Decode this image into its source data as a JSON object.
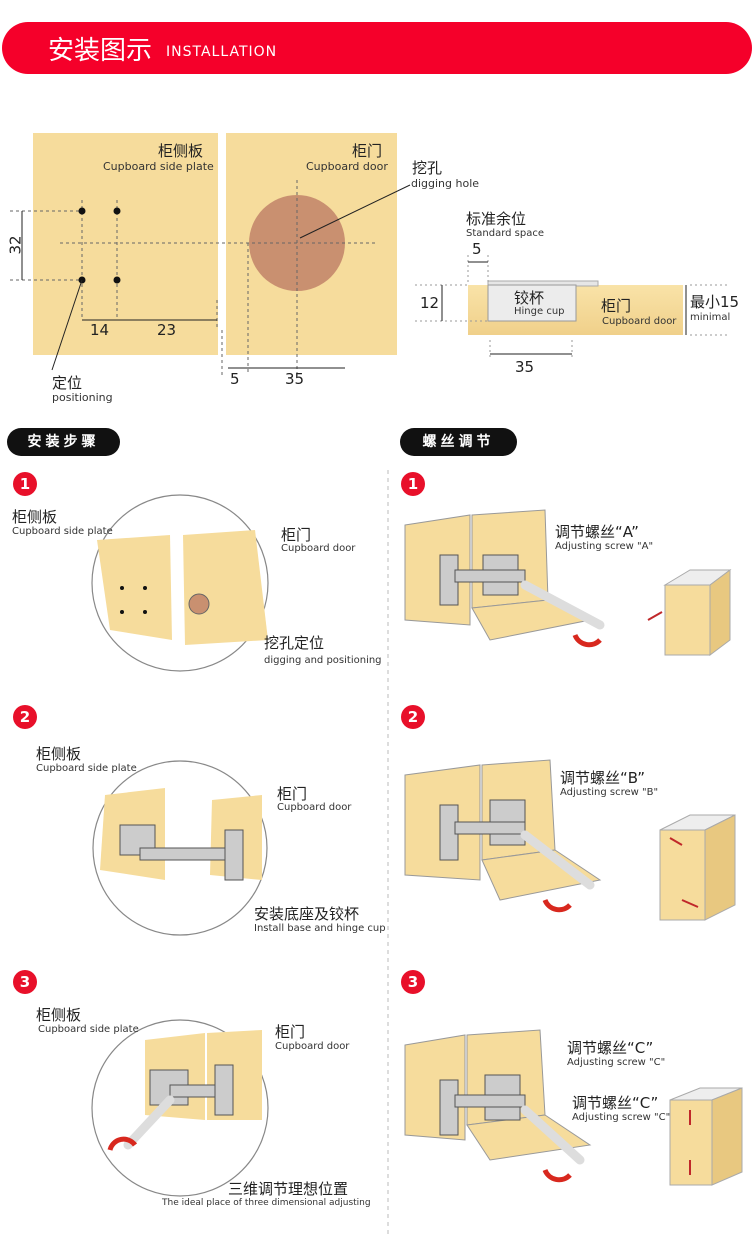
{
  "header": {
    "title_cn": "安装图示",
    "title_en": "INSTALLATION"
  },
  "top_diagram": {
    "side_plate_cn": "柜侧板",
    "side_plate_en": "Cupboard side plate",
    "door_cn": "柜门",
    "door_en": "Cupboard door",
    "hole_cn": "挖孔",
    "hole_en": "digging hole",
    "positioning_cn": "定位",
    "positioning_en": "positioning",
    "dims": {
      "d32": "32",
      "d14": "14",
      "d23": "23",
      "d5": "5",
      "d35": "35"
    },
    "side_view": {
      "standard_cn": "标准余位",
      "standard_en": "Standard space",
      "d5": "5",
      "d12": "12",
      "cup_cn": "铰杯",
      "cup_en": "Hinge cup",
      "door_cn": "柜门",
      "door_en": "Cupboard door",
      "min_cn": "最小15",
      "min_en": "minimal",
      "d35": "35"
    }
  },
  "install": {
    "title": "安装步骤",
    "steps": [
      {
        "num": "1",
        "side_cn": "柜侧板",
        "side_en": "Cupboard side plate",
        "door_cn": "柜门",
        "door_en": "Cupboard door",
        "note_cn": "挖孔定位",
        "note_en": "digging and positioning"
      },
      {
        "num": "2",
        "side_cn": "柜侧板",
        "side_en": "Cupboard side plate",
        "door_cn": "柜门",
        "door_en": "Cupboard door",
        "note_cn": "安装底座及铰杯",
        "note_en": "Install base and hinge cup"
      },
      {
        "num": "3",
        "side_cn": "柜侧板",
        "side_en": "Cupboard side plate",
        "door_cn": "柜门",
        "door_en": "Cupboard door",
        "note_cn": "三维调节理想位置",
        "note_en": "The ideal place of three dimensional adjusting"
      }
    ]
  },
  "adjust": {
    "title": "螺丝调节",
    "steps": [
      {
        "num": "1",
        "label_cn": "调节螺丝“A”",
        "label_en": "Adjusting screw \"A\""
      },
      {
        "num": "2",
        "label_cn": "调节螺丝“B”",
        "label_en": "Adjusting screw \"B\""
      },
      {
        "num": "3",
        "label_cn": "调节螺丝“C”",
        "label_en": "Adjusting screw \"C\"",
        "label2_cn": "调节螺丝“C”",
        "label2_en": "Adjusting screw \"C\""
      }
    ]
  },
  "colors": {
    "red": "#f5002a",
    "wood": "#f6dc9c",
    "hole": "#c99070"
  }
}
